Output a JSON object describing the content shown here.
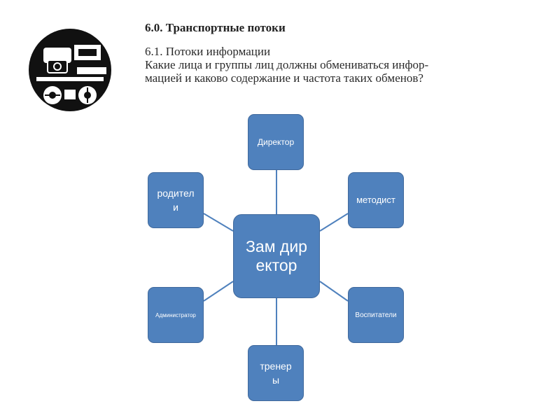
{
  "header": {
    "title": "6.0. Транспортные потоки",
    "subtitle_lines": [
      "6.1. Потоки информации",
      "Какие лица и группы лиц должны обмениваться инфор-",
      "мацией и каково содержание и частота таких обменов?"
    ]
  },
  "diagram": {
    "center": "Зам директор",
    "top": "Директор",
    "bottom": "тренеры",
    "left_top": "родители",
    "right_top": "методист",
    "left_bottom": "Администратор",
    "right_bottom": "Воспитатели"
  },
  "colors": {
    "node_fill": "#4f81bd",
    "node_border": "#40699c",
    "connector": "#4f81bd",
    "node_text": "#ffffff"
  },
  "icons": {
    "logo": "communication-emblem-icon"
  }
}
